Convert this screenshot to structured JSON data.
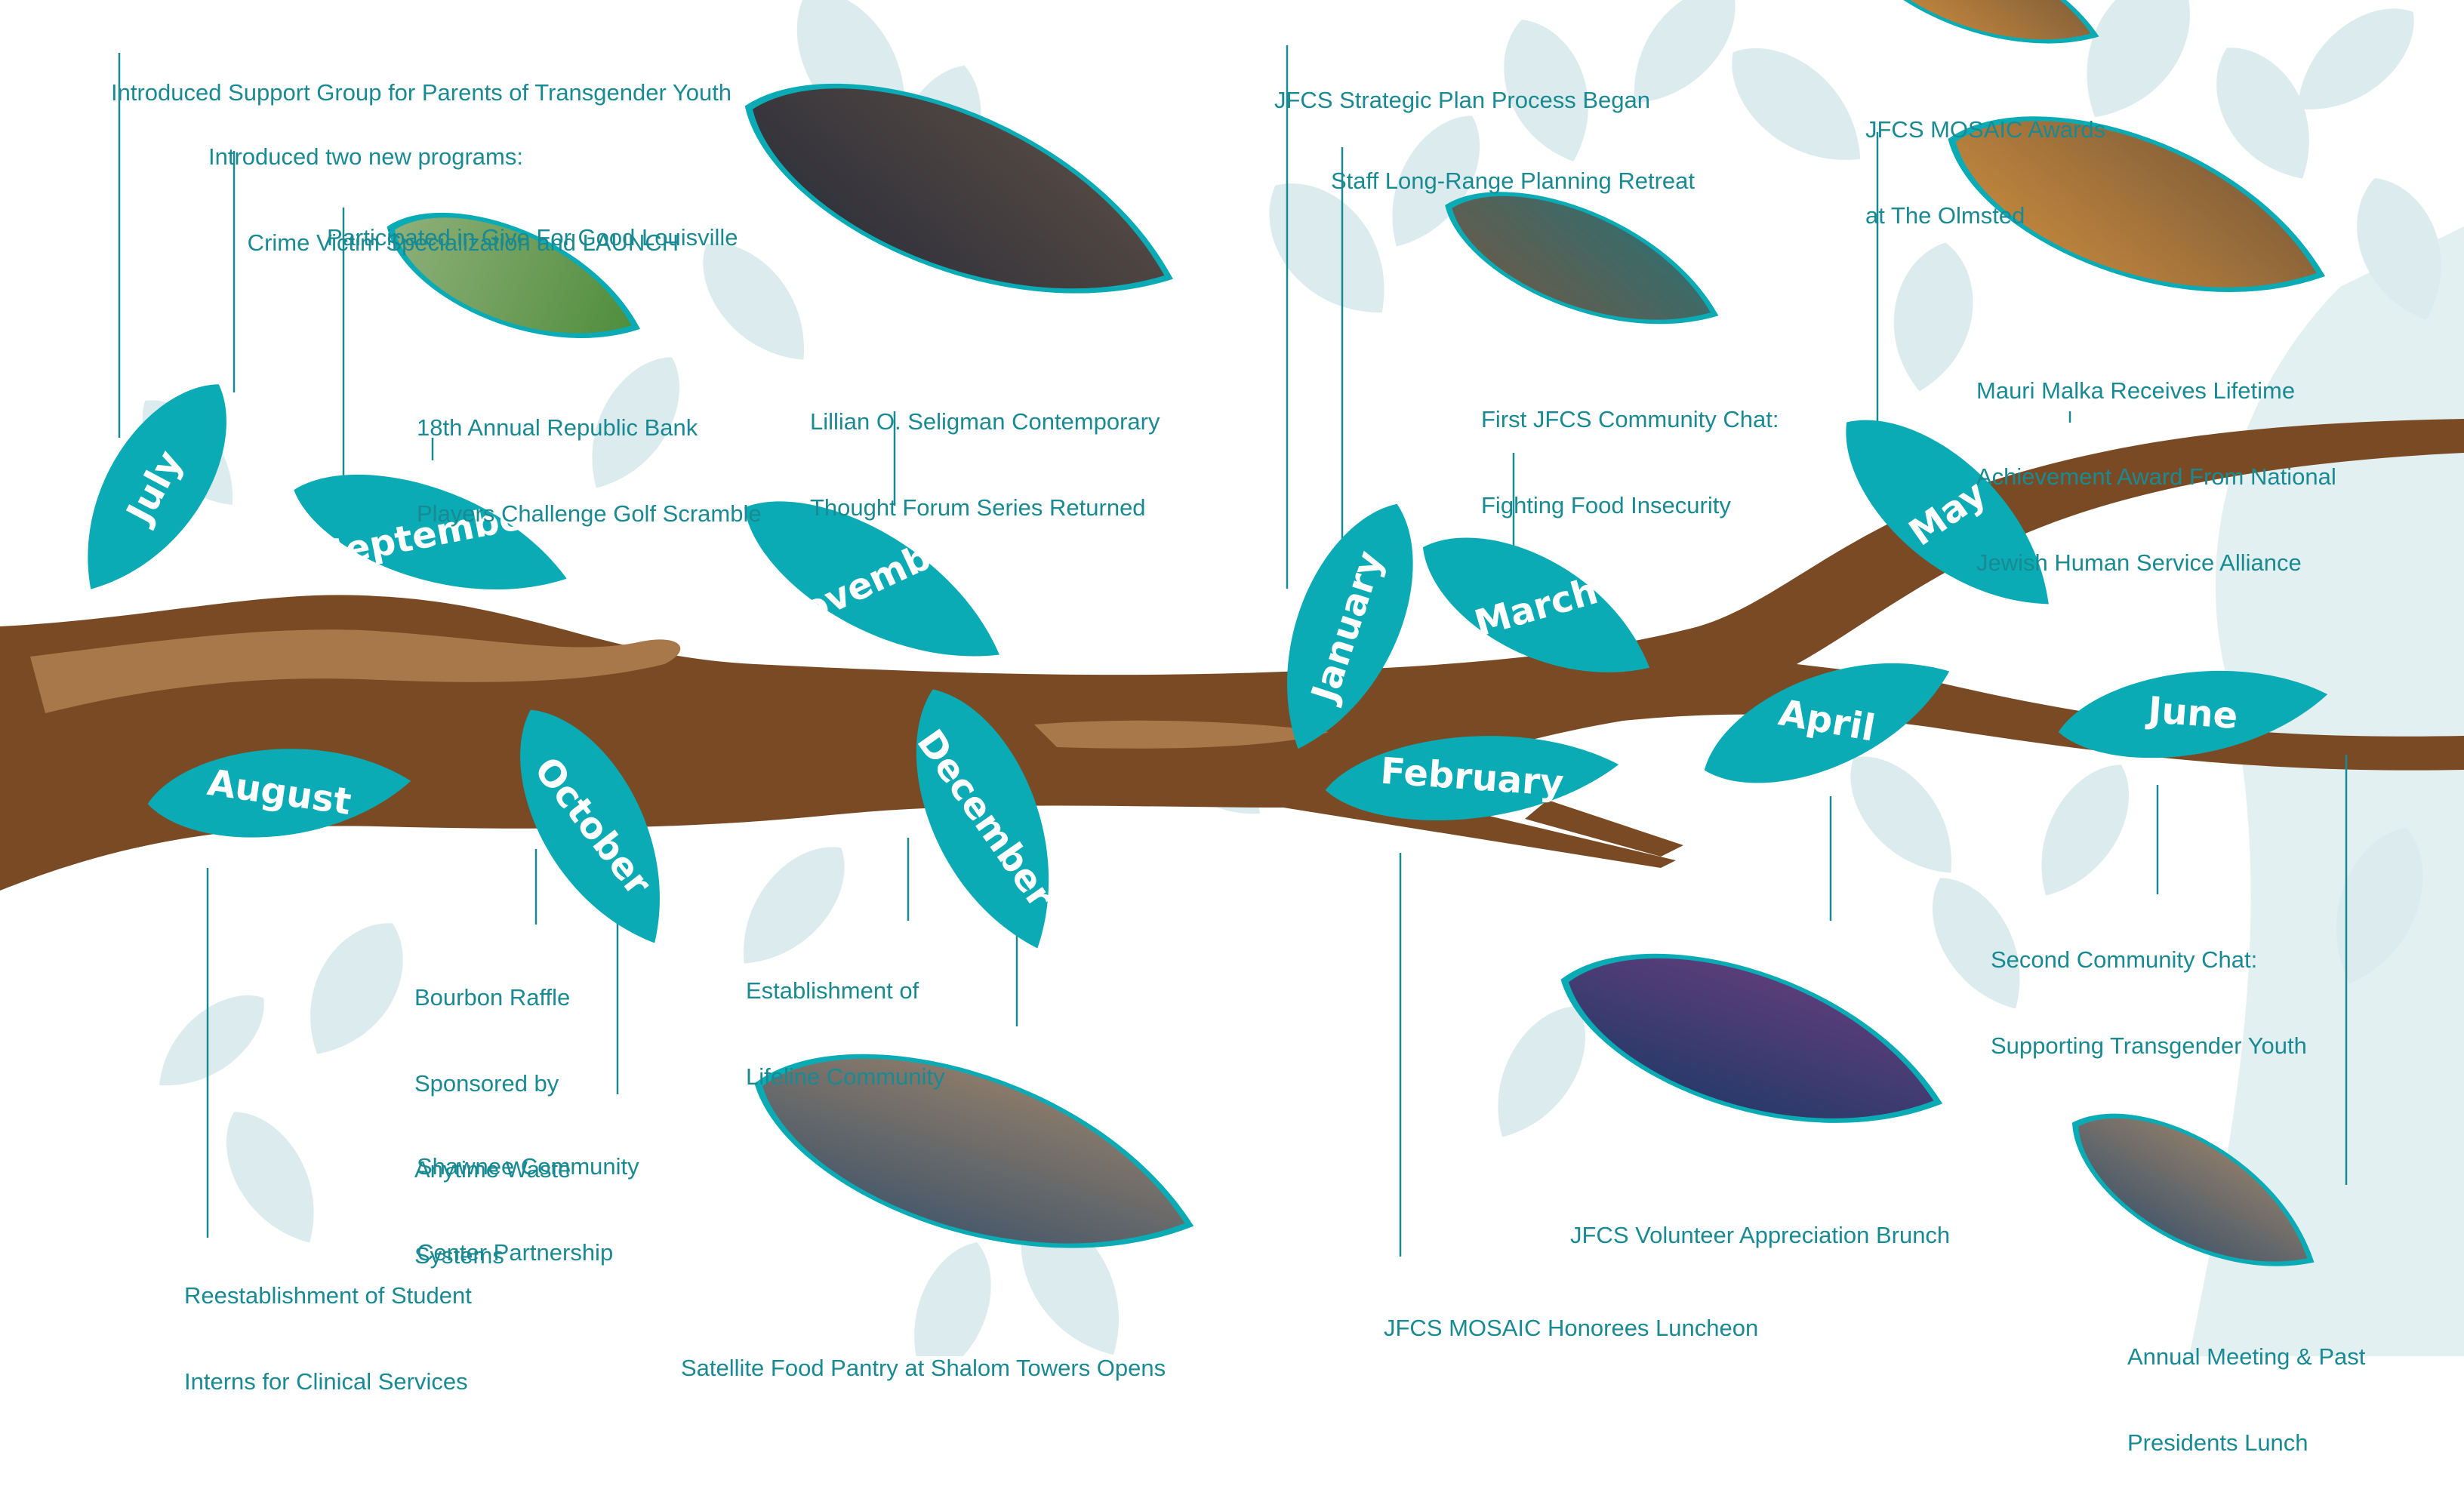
{
  "colors": {
    "leaf_teal": "#0aabb4",
    "text_teal": "#1a8a92",
    "branch_brown": "#7a4a24",
    "branch_highlight": "#a9784a",
    "background_leaf": "#dcecee"
  },
  "months": {
    "july": "July",
    "august": "August",
    "september": "September",
    "october": "October",
    "november": "November",
    "december": "December",
    "january": "January",
    "february": "February",
    "march": "March",
    "april": "April",
    "may": "May",
    "june": "June"
  },
  "captions": {
    "support_group": [
      "Introduced Support Group for Parents of Transgender Youth"
    ],
    "two_programs": [
      "Introduced two new programs:",
      "      Crime Victim Specialization and LAUNCH"
    ],
    "give_for_good": [
      "Participated in Give For Good Louisville"
    ],
    "golf_scramble": [
      "18th Annual Republic Bank",
      "Players Challenge Golf Scramble"
    ],
    "thought_forum": [
      "Lillian O. Seligman Contemporary",
      "Thought Forum Series Returned"
    ],
    "strategic_plan": [
      "JFCS Strategic Plan Process Began"
    ],
    "planning_retreat": [
      "Staff Long-Range Planning Retreat"
    ],
    "community_chat_1": [
      "First JFCS Community Chat:",
      "Fighting Food Insecurity"
    ],
    "mosaic_awards": [
      "JFCS MOSAIC Awards",
      "at The Olmsted"
    ],
    "mauri_malka": [
      "Mauri Malka Receives Lifetime",
      "Achievement Award From National",
      "Jewish Human Service Alliance"
    ],
    "bourbon_raffle": [
      "Bourbon Raffle",
      "Sponsored by",
      "Anytime Waste",
      "Systems"
    ],
    "shawnee": [
      "Shawnee Community",
      "Center Partnership"
    ],
    "student_interns": [
      "Reestablishment of Student",
      "Interns for Clinical Services"
    ],
    "lifeline": [
      "Establishment of",
      "Lifeline Community"
    ],
    "food_pantry": [
      "Satellite Food Pantry at Shalom Towers Opens"
    ],
    "mosaic_luncheon": [
      "JFCS MOSAIC Honorees Luncheon"
    ],
    "volunteer_brunch": [
      "JFCS Volunteer Appreciation Brunch"
    ],
    "community_chat_2": [
      "Second Community Chat:",
      "Supporting Transgender Youth"
    ],
    "annual_meeting": [
      "Annual Meeting & Past",
      "Presidents Lunch"
    ]
  },
  "photo_leaves": [
    "golf-photo-leaf",
    "forum-group-photo-leaf",
    "community-chat-photo-leaf",
    "mosaic-awards-photo-leaf",
    "mauri-malka-photo-leaf",
    "ribbon-cutting-photo-leaf",
    "volunteer-brunch-photo-leaf",
    "annual-meeting-photo-leaf"
  ]
}
